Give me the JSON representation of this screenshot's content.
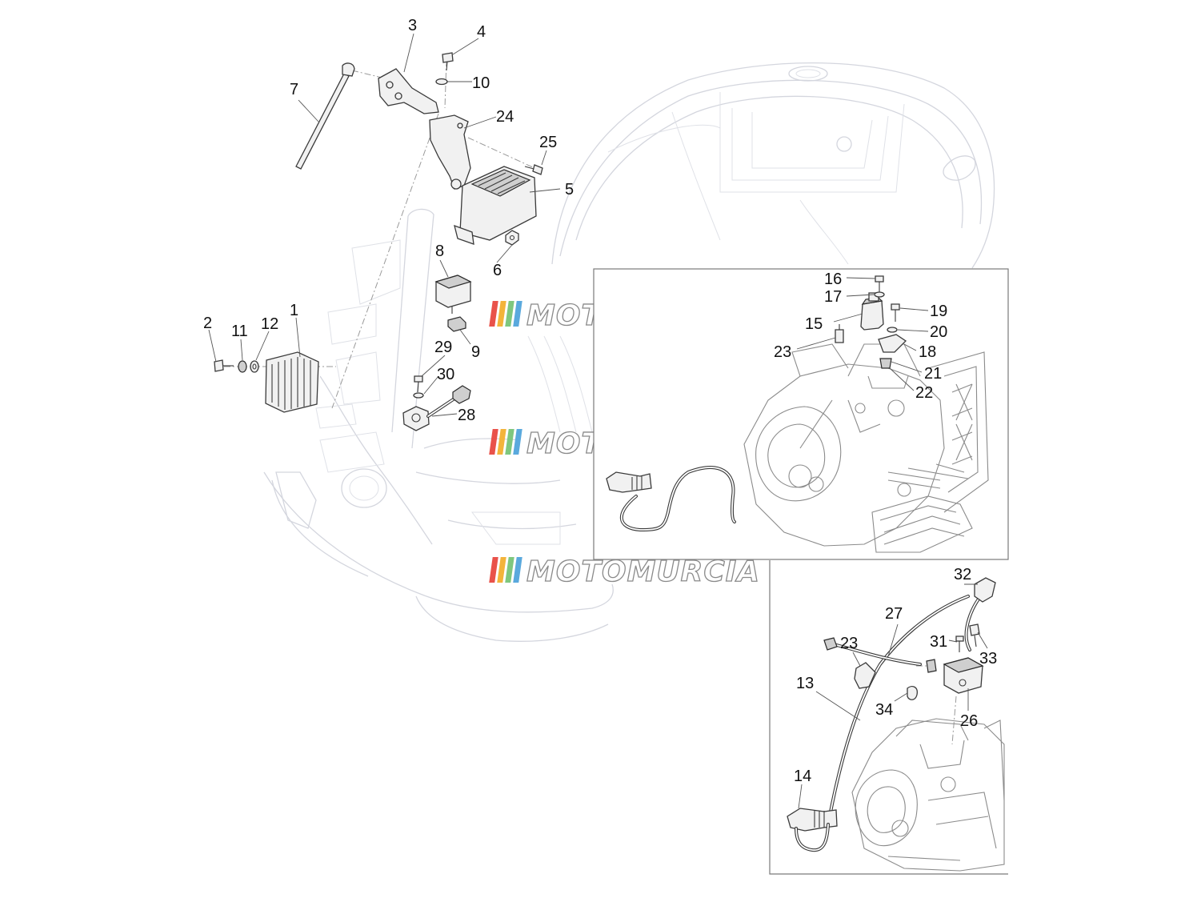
{
  "watermark": {
    "text": "MOTOMURCIA",
    "stripe_colors": [
      "#e9524a",
      "#f3b43a",
      "#7fc77e",
      "#5aa9dd"
    ]
  },
  "callouts": {
    "c1": "1",
    "c2": "2",
    "c3": "3",
    "c4": "4",
    "c5": "5",
    "c6": "6",
    "c7": "7",
    "c8": "8",
    "c9": "9",
    "c10": "10",
    "c11": "11",
    "c12": "12",
    "c13": "13",
    "c14": "14",
    "c15": "15",
    "c16": "16",
    "c17": "17",
    "c18": "18",
    "c19": "19",
    "c20": "20",
    "c21": "21",
    "c22": "22",
    "c23a": "23",
    "c23b": "23",
    "c24": "24",
    "c25": "25",
    "c26": "26",
    "c27": "27",
    "c28": "28",
    "c29": "29",
    "c30": "30",
    "c31": "31",
    "c32": "32",
    "c33": "33",
    "c34": "34"
  }
}
